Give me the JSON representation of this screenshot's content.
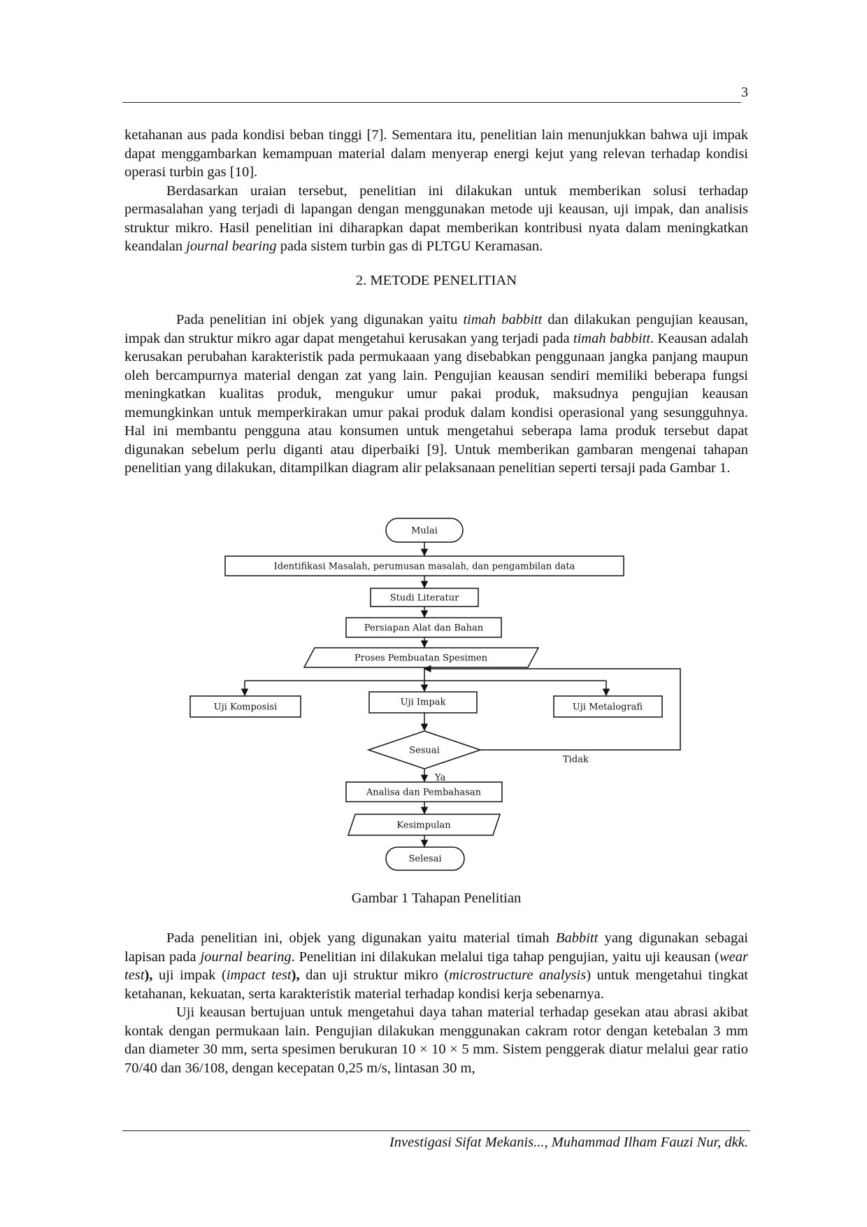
{
  "header": {
    "page_number": "3"
  },
  "intro_paragraphs": [
    "ketahanan aus pada kondisi beban tinggi [7]. Sementara itu, penelitian lain menunjukkan bahwa uji impak dapat menggambarkan kemampuan material dalam menyerap energi kejut yang relevan terhadap kondisi operasi turbin gas [10].",
    {
      "text_before": "Berdasarkan uraian tersebut, penelitian ini dilakukan untuk memberikan solusi terhadap permasalahan yang terjadi di lapangan dengan menggunakan metode uji keausan, uji impak, dan analisis struktur mikro. Hasil penelitian ini diharapkan dapat memberikan kontribusi nyata dalam meningkatkan keandalan ",
      "em": "journal bearing",
      "text_after": " pada sistem turbin gas di PLTGU Keramasan."
    }
  ],
  "section": {
    "heading": "2.  METODE PENELITIAN"
  },
  "method_paragraph": {
    "t1": "Pada penelitian ini objek yang digunakan yaitu ",
    "e1": "timah babbitt",
    "t2": " dan dilakukan pengujian keausan, impak dan struktur mikro agar dapat mengetahui kerusakan yang terjadi pada ",
    "e2": "timah babbitt",
    "t3": ". Keausan adalah kerusakan perubahan karakteristik pada permukaaan yang disebabkan penggunaan jangka panjang maupun oleh bercampurnya material dengan zat yang lain. Pengujian keausan sendiri memiliki beberapa fungsi meningkatkan kualitas produk, mengukur umur pakai produk, maksudnya pengujian keausan memungkinkan untuk memperkirakan umur pakai produk dalam kondisi operasional yang sesungguhnya. Hal ini membantu pengguna atau konsumen untuk mengetahui seberapa lama produk tersebut dapat digunakan sebelum perlu diganti atau diperbaiki [9]. Untuk memberikan gambaran mengenai tahapan penelitian yang dilakukan, ditampilkan diagram alir pelaksanaan penelitian seperti tersaji pada Gambar 1."
  },
  "flowchart": {
    "start": "Mulai",
    "step1": "Identifikasi Masalah, perumusan masalah, dan pengambilan data",
    "step2": "Studi Literatur",
    "step3": "Persiapan Alat dan Bahan",
    "step4": "Proses Pembuatan Spesimen",
    "test_left": "Uji Komposisi",
    "test_mid": "Uji Impak",
    "test_right": "Uji Metalografi",
    "decision": "Sesuai",
    "no_label": "Tidak",
    "yes_label": "Ya",
    "step5": "Analisa dan Pembahasan",
    "step6": "Kesimpulan",
    "end": "Selesai"
  },
  "figure": {
    "caption": "Gambar 1 Tahapan Penelitian"
  },
  "closing_paragraphs": {
    "p1": {
      "t1": "Pada penelitian ini, objek yang digunakan yaitu material timah ",
      "e1": "Babbitt",
      "t2": " yang digunakan sebagai lapisan pada ",
      "e2": "journal bearing",
      "t3": ". Penelitian ini dilakukan melalui tiga tahap pengujian, yaitu uji keausan (",
      "e3": "wear test",
      "b1": "),",
      "t4": " uji impak (",
      "e4": "impact test",
      "b2": "),",
      "t5": " dan uji struktur mikro (",
      "e5": "microstructure analysis",
      "t6": ") untuk mengetahui tingkat ketahanan, kekuatan, serta karakteristik material terhadap kondisi kerja sebenarnya."
    },
    "p2": "Uji keausan bertujuan untuk mengetahui daya tahan material terhadap gesekan atau abrasi akibat kontak dengan permukaan lain. Pengujian dilakukan menggunakan cakram rotor dengan ketebalan 3 mm dan diameter 30 mm, serta spesimen berukuran 10 × 10 × 5 mm. Sistem penggerak diatur melalui gear ratio 70/40 dan 36/108, dengan kecepatan 0,25 m/s, lintasan 30 m,"
  },
  "footer": {
    "running_title": "Investigasi Sifat Mekanis..., Muhammad Ilham Fauzi Nur, dkk."
  }
}
